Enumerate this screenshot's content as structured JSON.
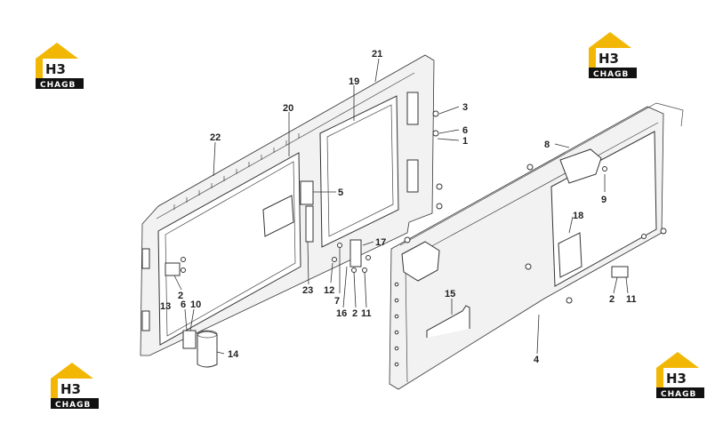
{
  "logo": {
    "mark": "H3",
    "brand": "CHAGB",
    "colors": {
      "house": "#f2b705",
      "bar": "#111111"
    }
  },
  "callouts": [
    "21",
    "19",
    "20",
    "22",
    "3",
    "6",
    "1",
    "5",
    "8",
    "9",
    "18",
    "17",
    "7",
    "12",
    "23",
    "16",
    "2",
    "11",
    "13",
    "6",
    "10",
    "2",
    "11",
    "15",
    "14",
    "4"
  ],
  "colors": {
    "line": "#333333",
    "background": "#ffffff"
  }
}
